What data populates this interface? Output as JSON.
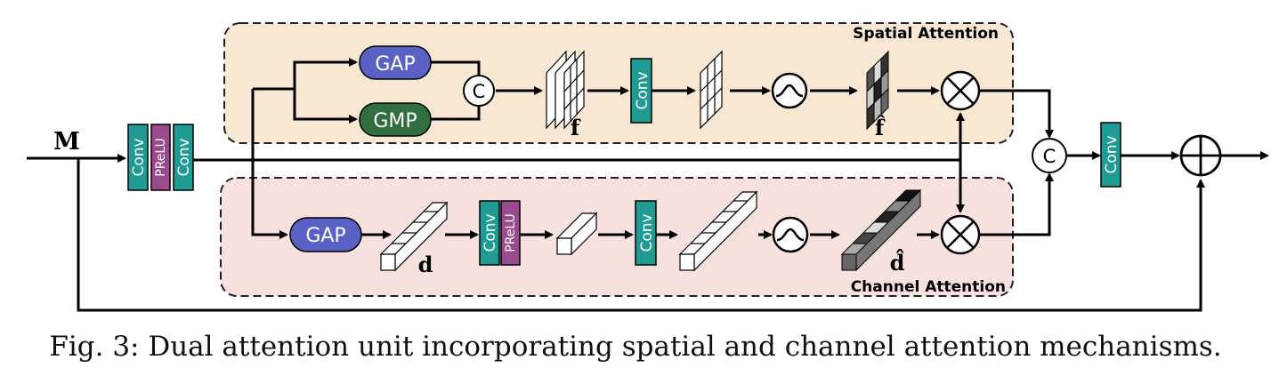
{
  "colors": {
    "spatial_bg": "#f7e7d3",
    "channel_bg": "#f6e1de",
    "conv": "#1f9b93",
    "prelu": "#9b4a8e",
    "gap": "#5a60c4",
    "gmp": "#2f6e3f",
    "line": "#000000"
  },
  "labels": {
    "input": "M",
    "spatial_title": "Spatial Attention",
    "channel_title": "Channel Attention",
    "conv": "Conv",
    "prelu": "PReLU",
    "gap": "GAP",
    "gmp": "GMP",
    "concat": "C",
    "f": "f",
    "f_hat": "f̂",
    "d": "d",
    "d_hat": "d̂"
  },
  "caption": "Fig. 3: Dual attention unit incorporating spatial and channel attention mechanisms."
}
